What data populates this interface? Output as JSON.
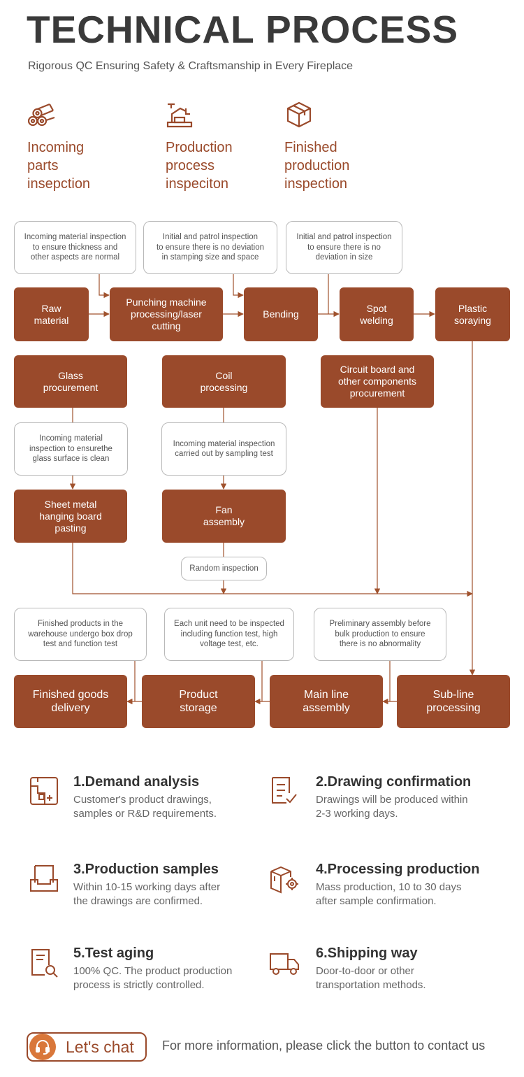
{
  "header": {
    "title": "TECHNICAL PROCESS",
    "subtitle": "Rigorous QC Ensuring Safety & Craftsmanship in Every Fireplace"
  },
  "categories": [
    {
      "label": "Incoming\nparts\ninsepction",
      "icon": "logs-icon"
    },
    {
      "label": "Production\nprocess\ninspeciton",
      "icon": "robot-arm-icon"
    },
    {
      "label": "Finished\nproduction\ninspection",
      "icon": "box-icon"
    }
  ],
  "process": {
    "row1": {
      "notes": [
        "Incoming material inspection\nto ensure thickness and\nother aspects are normal",
        "Initial and patrol inspection\nto ensure there is no deviation\nin stamping size and space",
        "Initial and patrol inspection\nto ensure there is no\ndeviation in size"
      ],
      "steps": [
        "Raw\nmaterial",
        "Punching machine\nprocessing/laser\ncutting",
        "Bending",
        "Spot\nwelding",
        "Plastic\nsoraying"
      ]
    },
    "middle": {
      "glass": "Glass\nprocurement",
      "coil": "Coil\nprocessing",
      "circuit": "Circuit board and\nother components\nprocurement",
      "glass_note": "Incoming material\ninspection to ensurethe\nglass surface is clean",
      "coil_note": "Incoming material inspection\ncarried out by sampling test",
      "sheet": "Sheet metal\nhanging board\npasting",
      "fan": "Fan\nassembly",
      "random": "Random inspection"
    },
    "row3": {
      "notes": [
        "Finished products in the\nwarehouse undergo box drop\ntest and function test",
        "Each unit need to be inspected\nincluding function test, high\nvoltage test, etc.",
        "Preliminary assembly before\nbulk production to ensure\nthere is no abnormality"
      ],
      "steps": [
        "Finished goods\ndelivery",
        "Product\nstorage",
        "Main line\nassembly",
        "Sub-line\nprocessing"
      ]
    }
  },
  "steps": [
    {
      "title": "1.Demand analysis",
      "desc": "Customer's product drawings,\nsamples or R&D requirements.",
      "icon": "blueprint-icon"
    },
    {
      "title": "2.Drawing confirmation",
      "desc": "Drawings will be produced within\n2-3 working days.",
      "icon": "document-check-icon"
    },
    {
      "title": "3.Production samples",
      "desc": "Within 10-15 working days after\nthe drawings are confirmed.",
      "icon": "tray-icon"
    },
    {
      "title": "4.Processing production",
      "desc": "Mass production, 10 to 30 days\nafter sample confirmation.",
      "icon": "box-gear-icon"
    },
    {
      "title": "5.Test aging",
      "desc": "100% QC. The product production\nprocess is strictly controlled.",
      "icon": "document-search-icon"
    },
    {
      "title": "6.Shipping way",
      "desc": "Door-to-door or other\ntransportation methods.",
      "icon": "truck-icon"
    }
  ],
  "footer": {
    "chat_label": "Let's chat",
    "text": "For more information, please click the button to contact us",
    "icon": "headset-icon"
  },
  "colors": {
    "accent": "#9a4a2b",
    "note_border": "#b9b9b9",
    "connector": "#a0522d",
    "chat_icon_bg": "#d9773a"
  }
}
